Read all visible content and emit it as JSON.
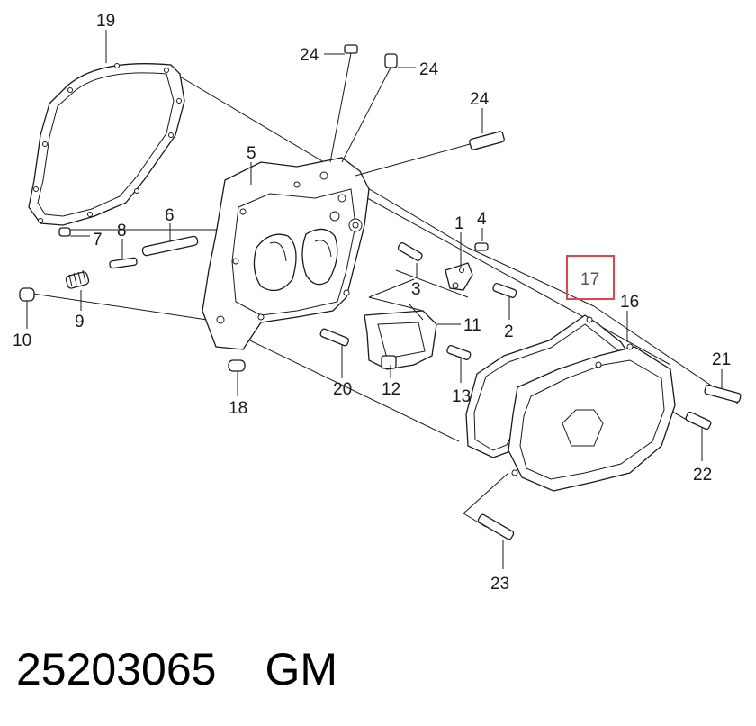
{
  "callouts": {
    "c1": "1",
    "c2": "2",
    "c3": "3",
    "c4": "4",
    "c5": "5",
    "c6": "6",
    "c7": "7",
    "c8": "8",
    "c9": "9",
    "c10": "10",
    "c11": "11",
    "c12": "12",
    "c13": "13",
    "c16": "16",
    "c17": "17",
    "c18": "18",
    "c19": "19",
    "c20": "20",
    "c21": "21",
    "c22": "22",
    "c23": "23",
    "c24a": "24",
    "c24b": "24",
    "c24c": "24"
  },
  "highlight": {
    "label": "17",
    "color": "#e0444f"
  },
  "footer": {
    "part_number": "25203065",
    "brand": "GM"
  }
}
